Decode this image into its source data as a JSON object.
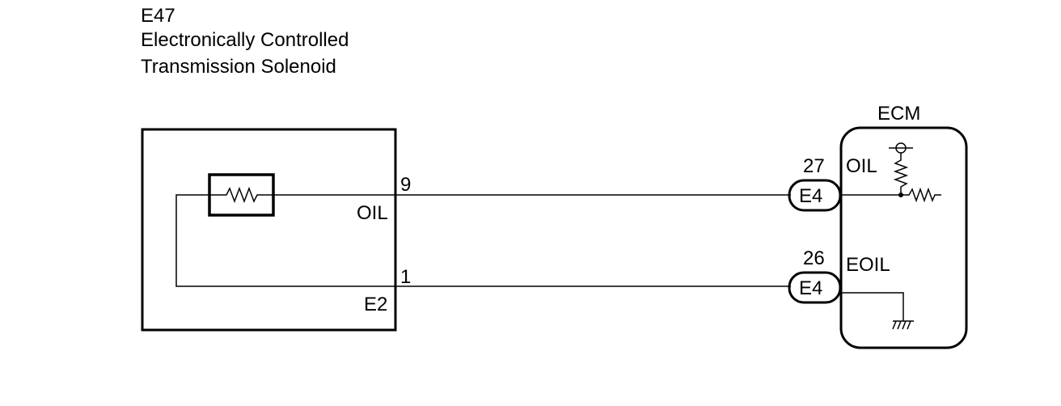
{
  "component": {
    "code": "E47",
    "name_line1": "Electronically Controlled",
    "name_line2": "Transmission Solenoid",
    "pins": [
      {
        "number": "9",
        "label": "OIL"
      },
      {
        "number": "1",
        "label": "E2"
      }
    ]
  },
  "ecm": {
    "title": "ECM",
    "terminals": [
      {
        "number": "27",
        "label": "OIL",
        "connector": "E4"
      },
      {
        "number": "26",
        "label": "EOIL",
        "connector": "E4"
      }
    ]
  },
  "colors": {
    "line": "#000000",
    "background": "#ffffff"
  },
  "icons": [
    "resistor-icon",
    "pullup-resistor-icon",
    "ground-icon",
    "voltage-source-icon"
  ]
}
